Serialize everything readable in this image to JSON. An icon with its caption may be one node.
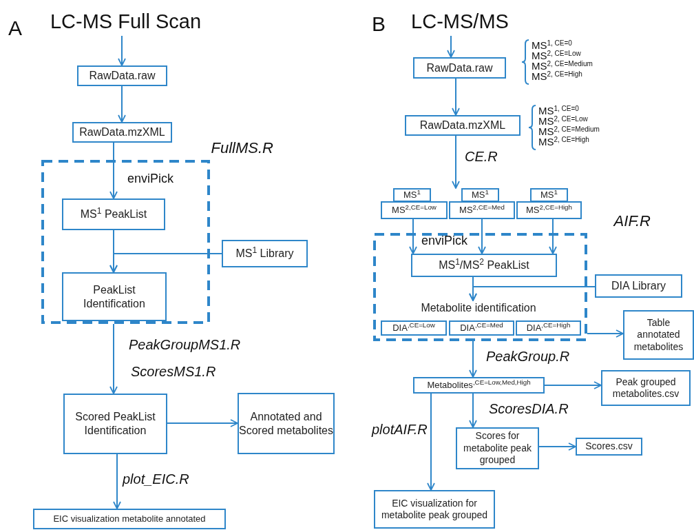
{
  "diagram": {
    "nodes": [
      {
        "text": [
          "LC-MS Full Scan"
        ]
      },
      {
        "text": [
          "RawData.raw"
        ]
      },
      {
        "text": [
          "RawData.mzXML"
        ]
      },
      {
        "text": [
          "FullMS.R"
        ]
      },
      {
        "text": [
          "MS$^{1}$ PeakList"
        ],
        "in": 3
      },
      {
        "text": [
          "PeakList Identification"
        ],
        "in": 3
      },
      {
        "text": [
          "MS$^{1}$ Library"
        ]
      },
      {
        "text": [
          "Scored PeakList Identification"
        ]
      },
      {
        "text": [
          "Annotated and Scored metabolites"
        ]
      },
      {
        "text": [
          "EIC visualization metabolite annotated"
        ]
      },
      {
        "text": [
          "LC-MS/MS"
        ]
      },
      {
        "text": [
          "RawData.raw"
        ],
        "beside": [
          "MS$^{1, CE=0}$",
          "MS$^{2, CE=Low}$",
          "MS$^{2, CE=Medium}$",
          "MS$^{2, CE=High}$"
        ]
      },
      {
        "text": [
          "RawData.mzXML"
        ],
        "beside": [
          "MS$^{1, CE=0}$",
          "MS$^{2, CE=Low}$",
          "MS$^{2, CE=Medium}$",
          "MS$^{2, CE=High}$"
        ]
      },
      {
        "text": [
          "MS$^{1}$"
        ]
      },
      {
        "text": [
          "MS$^{1}$"
        ]
      },
      {
        "text": [
          "MS$^{1}$"
        ]
      },
      {
        "text": [
          "MS$^{2,CE=Low}$"
        ]
      },
      {
        "text": [
          "MS$^{2,CE=Med}$"
        ]
      },
      {
        "text": [
          "MS$^{2,CE=High}$"
        ]
      },
      {
        "text": [
          "AIF.R"
        ]
      },
      {
        "text": [
          "MS$^{1}$/MS$^{2}$ PeakList"
        ],
        "in": 19
      },
      {
        "text": [
          "DIA Library"
        ]
      },
      {
        "text": [
          "Metabolite identification"
        ],
        "in": 19
      },
      {
        "text": [
          "DIA$^{,CE=Low}$"
        ],
        "in": 19
      },
      {
        "text": [
          "DIA$^{,CE=Med}$"
        ],
        "in": 19
      },
      {
        "text": [
          "DIA$^{,CE=High}$"
        ],
        "in": 19
      },
      {
        "text": [
          "Table annotated metabolites"
        ]
      },
      {
        "text": [
          "Metabolites$^{,CE=Low,Med,High}$"
        ]
      },
      {
        "text": [
          "Peak grouped metabolites.csv"
        ]
      },
      {
        "text": [
          "Scores for metabolite peak grouped"
        ]
      },
      {
        "text": [
          "Scores.csv"
        ]
      },
      {
        "text": [
          "EIC visualization for metabolite peak grouped"
        ]
      }
    ],
    "edges": [
      {
        "from": 0,
        "to": 1,
        "arrow": "to"
      },
      {
        "from": 1,
        "to": 2,
        "arrow": "to"
      },
      {
        "from": 2,
        "to": 4,
        "arrow": "to",
        "label": "enviPick"
      },
      {
        "from": 4,
        "to": 5,
        "arrow": "to"
      },
      {
        "from": 6,
        "to": 5,
        "arrow": "to"
      },
      {
        "from": 3,
        "to": 7,
        "arrow": "to",
        "label": "PeakGroupMS1.R"
      },
      {
        "from": 7,
        "to": 8,
        "arrow": "to"
      },
      {
        "from": 7,
        "to": 9,
        "arrow": "to",
        "label": "plot_EIC.R"
      },
      {
        "from": 10,
        "to": 11,
        "arrow": "to"
      },
      {
        "from": 11,
        "to": 12,
        "arrow": "to"
      },
      {
        "from": 12,
        "to": 14,
        "arrow": "to",
        "label": "CE.R"
      },
      {
        "from": 16,
        "to": 20,
        "arrow": "to",
        "label": "enviPick"
      },
      {
        "from": 17,
        "to": 20,
        "arrow": "to"
      },
      {
        "from": 18,
        "to": 20,
        "arrow": "to"
      },
      {
        "from": 20,
        "to": 22,
        "arrow": "to"
      },
      {
        "from": 21,
        "to": 22,
        "arrow": "to"
      },
      {
        "from": 19,
        "to": 26,
        "arrow": "to"
      },
      {
        "from": 19,
        "to": 27,
        "arrow": "to",
        "label": "PeakGroup.R"
      },
      {
        "from": 27,
        "to": 28,
        "arrow": "to"
      },
      {
        "from": 27,
        "to": 29,
        "arrow": "to",
        "label": "ScoresDIA.R"
      },
      {
        "from": 29,
        "to": 30,
        "arrow": "to"
      },
      {
        "from": 27,
        "to": 31,
        "arrow": "to",
        "label": "plotAIF.R"
      }
    ],
    "labels": [
      "A",
      "B",
      "ScoresMS1.R"
    ]
  }
}
